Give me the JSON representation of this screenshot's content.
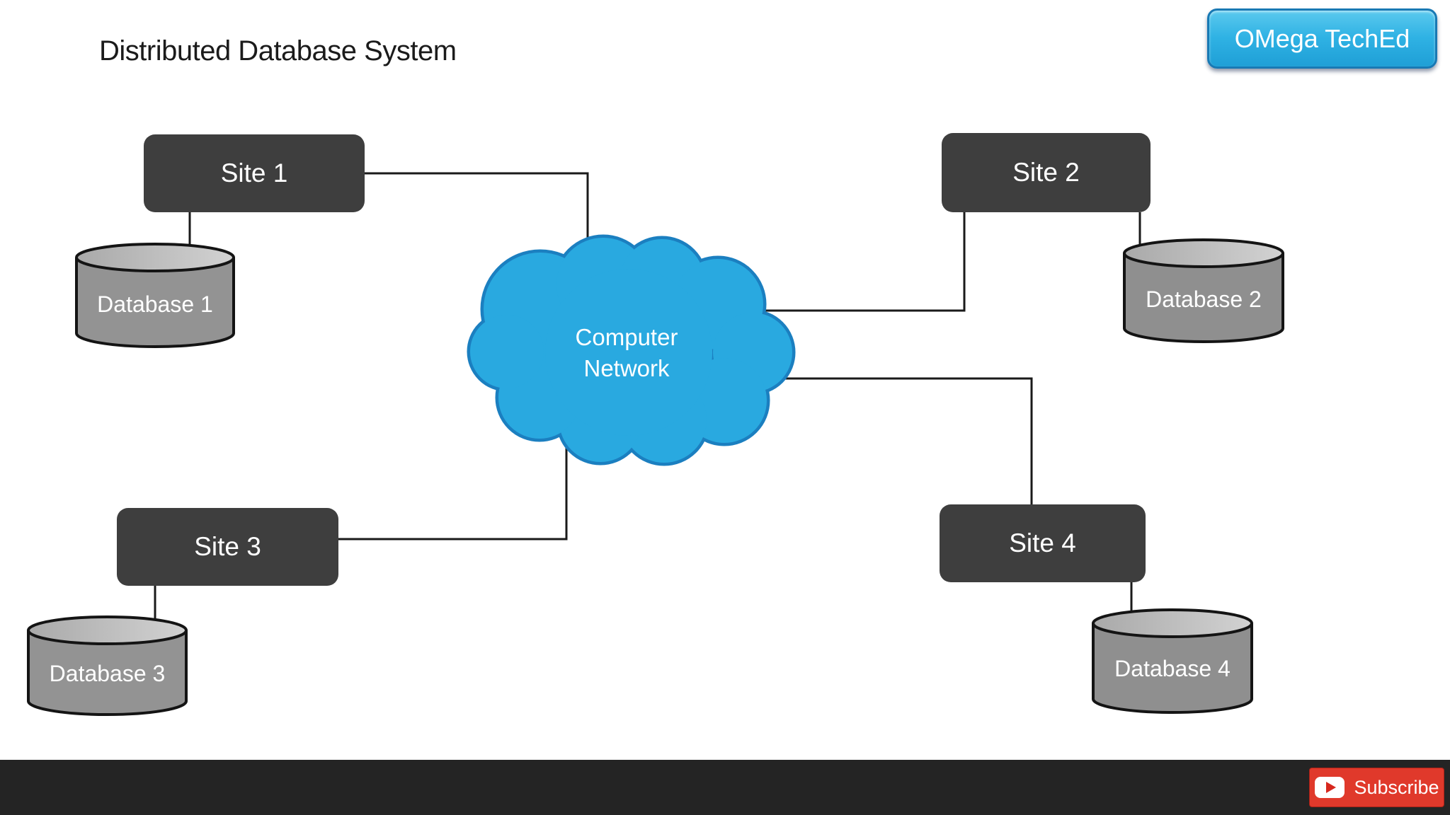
{
  "header": {
    "title": "Distributed Database System"
  },
  "branding": {
    "badge_label": "OMega TechEd",
    "badge_fill": "#2FB2E4",
    "badge_border": "#1879B4",
    "badge_text_color": "#FFFFFF"
  },
  "diagram": {
    "cloud": {
      "label_line1": "Computer",
      "label_line2": "Network",
      "fill": "#29A9E0",
      "stroke": "#1B7FC0",
      "text_color": "#FFFFFF"
    },
    "sites": [
      {
        "label": "Site 1"
      },
      {
        "label": "Site 2"
      },
      {
        "label": "Site 3"
      },
      {
        "label": "Site 4"
      }
    ],
    "databases": [
      {
        "label": "Database 1"
      },
      {
        "label": "Database 2"
      },
      {
        "label": "Database 3"
      },
      {
        "label": "Database 4"
      }
    ],
    "connections": [
      {
        "from": "Site 1",
        "to": "Computer Network"
      },
      {
        "from": "Site 2",
        "to": "Computer Network"
      },
      {
        "from": "Site 3",
        "to": "Computer Network"
      },
      {
        "from": "Site 4",
        "to": "Computer Network"
      },
      {
        "from": "Site 1",
        "to": "Database 1"
      },
      {
        "from": "Site 2",
        "to": "Database 2"
      },
      {
        "from": "Site 3",
        "to": "Database 3"
      },
      {
        "from": "Site 4",
        "to": "Database 4"
      }
    ],
    "colors": {
      "site_box": "#3E3E3E",
      "site_text": "#FFFFFF",
      "cylinder_body": "#939393",
      "cylinder_top": "#C4C4C4",
      "cylinder_outline": "#141414",
      "connector": "#1A1A1A"
    }
  },
  "footer": {
    "bar_color": "#242424",
    "subscribe_label": "Subscribe",
    "subscribe_button_color": "#E0392B",
    "youtube_icon": "youtube-play-icon"
  }
}
